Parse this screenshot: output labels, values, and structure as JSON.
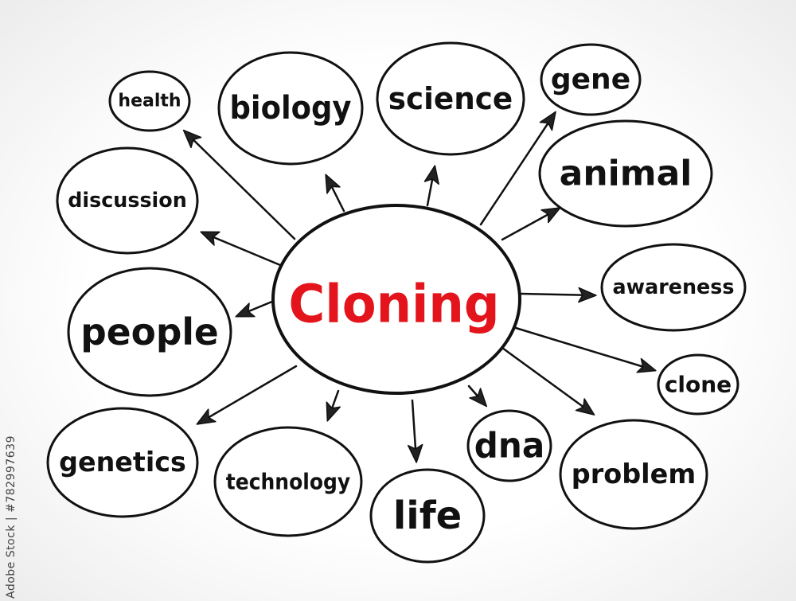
{
  "center": {
    "label": "Cloning",
    "color": "#e3141b"
  },
  "nodes": [
    {
      "key": "health",
      "label": "health"
    },
    {
      "key": "biology",
      "label": "biology"
    },
    {
      "key": "science",
      "label": "science"
    },
    {
      "key": "gene",
      "label": "gene"
    },
    {
      "key": "animal",
      "label": "animal"
    },
    {
      "key": "discussion",
      "label": "discussion"
    },
    {
      "key": "awareness",
      "label": "awareness"
    },
    {
      "key": "people",
      "label": "people"
    },
    {
      "key": "clone",
      "label": "clone"
    },
    {
      "key": "genetics",
      "label": "genetics"
    },
    {
      "key": "technology",
      "label": "technology"
    },
    {
      "key": "life",
      "label": "life"
    },
    {
      "key": "dna",
      "label": "dna"
    },
    {
      "key": "problem",
      "label": "problem"
    }
  ],
  "watermark": "Adobe Stock | #782997639"
}
